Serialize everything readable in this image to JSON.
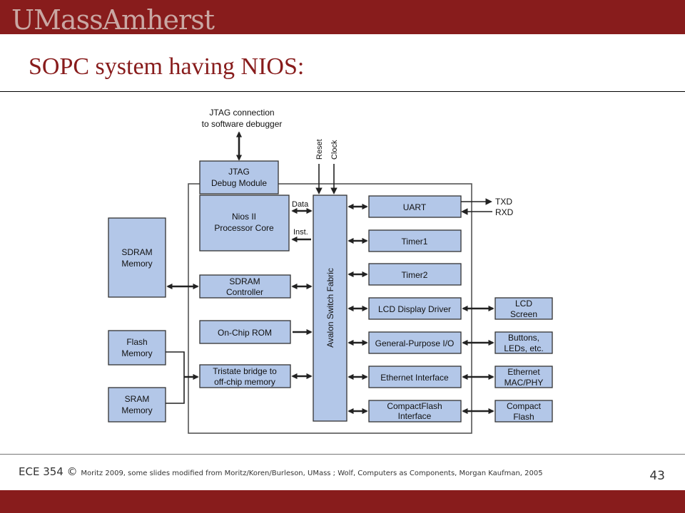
{
  "header": {
    "logo": "UMassAmherst"
  },
  "slide": {
    "title": "SOPC system having NIOS:"
  },
  "diagram": {
    "jtag_connection": [
      "JTAG connection",
      "to software debugger"
    ],
    "reset": "Reset",
    "clock": "Clock",
    "jtag_module": [
      "JTAG",
      "Debug Module"
    ],
    "nios_core": [
      "Nios II",
      "Processor Core"
    ],
    "data_label": "Data",
    "inst_label": "Inst.",
    "sdram_memory": [
      "SDRAM",
      "Memory"
    ],
    "sdram_controller": [
      "SDRAM",
      "Controller"
    ],
    "onchip_rom": "On-Chip ROM",
    "flash_memory": [
      "Flash",
      "Memory"
    ],
    "sram_memory": [
      "SRAM",
      "Memory"
    ],
    "tristate_bridge": [
      "Tristate bridge to",
      "off-chip memory"
    ],
    "avalon_fabric": "Avalon Switch Fabric",
    "uart": "UART",
    "txd": "TXD",
    "rxd": "RXD",
    "timer1": "Timer1",
    "timer2": "Timer2",
    "lcd_driver": "LCD Display Driver",
    "gpio": "General-Purpose I/O",
    "ethernet_interface": "Ethernet Interface",
    "compactflash_interface": [
      "CompactFlash",
      "Interface"
    ],
    "lcd_screen": [
      "LCD",
      "Screen"
    ],
    "buttons_leds": [
      "Buttons,",
      "LEDs, etc."
    ],
    "ethernet_phy": [
      "Ethernet",
      "MAC/PHY"
    ],
    "compact_flash": [
      "Compact",
      "Flash"
    ]
  },
  "footer": {
    "course": "ECE 354",
    "copyright": " © ",
    "credit": "Moritz 2009,  some slides modified from Moritz/Koren/Burleson, UMass ; Wolf, Computers as Components, Morgan Kaufman, 2005",
    "page_number": "43"
  }
}
